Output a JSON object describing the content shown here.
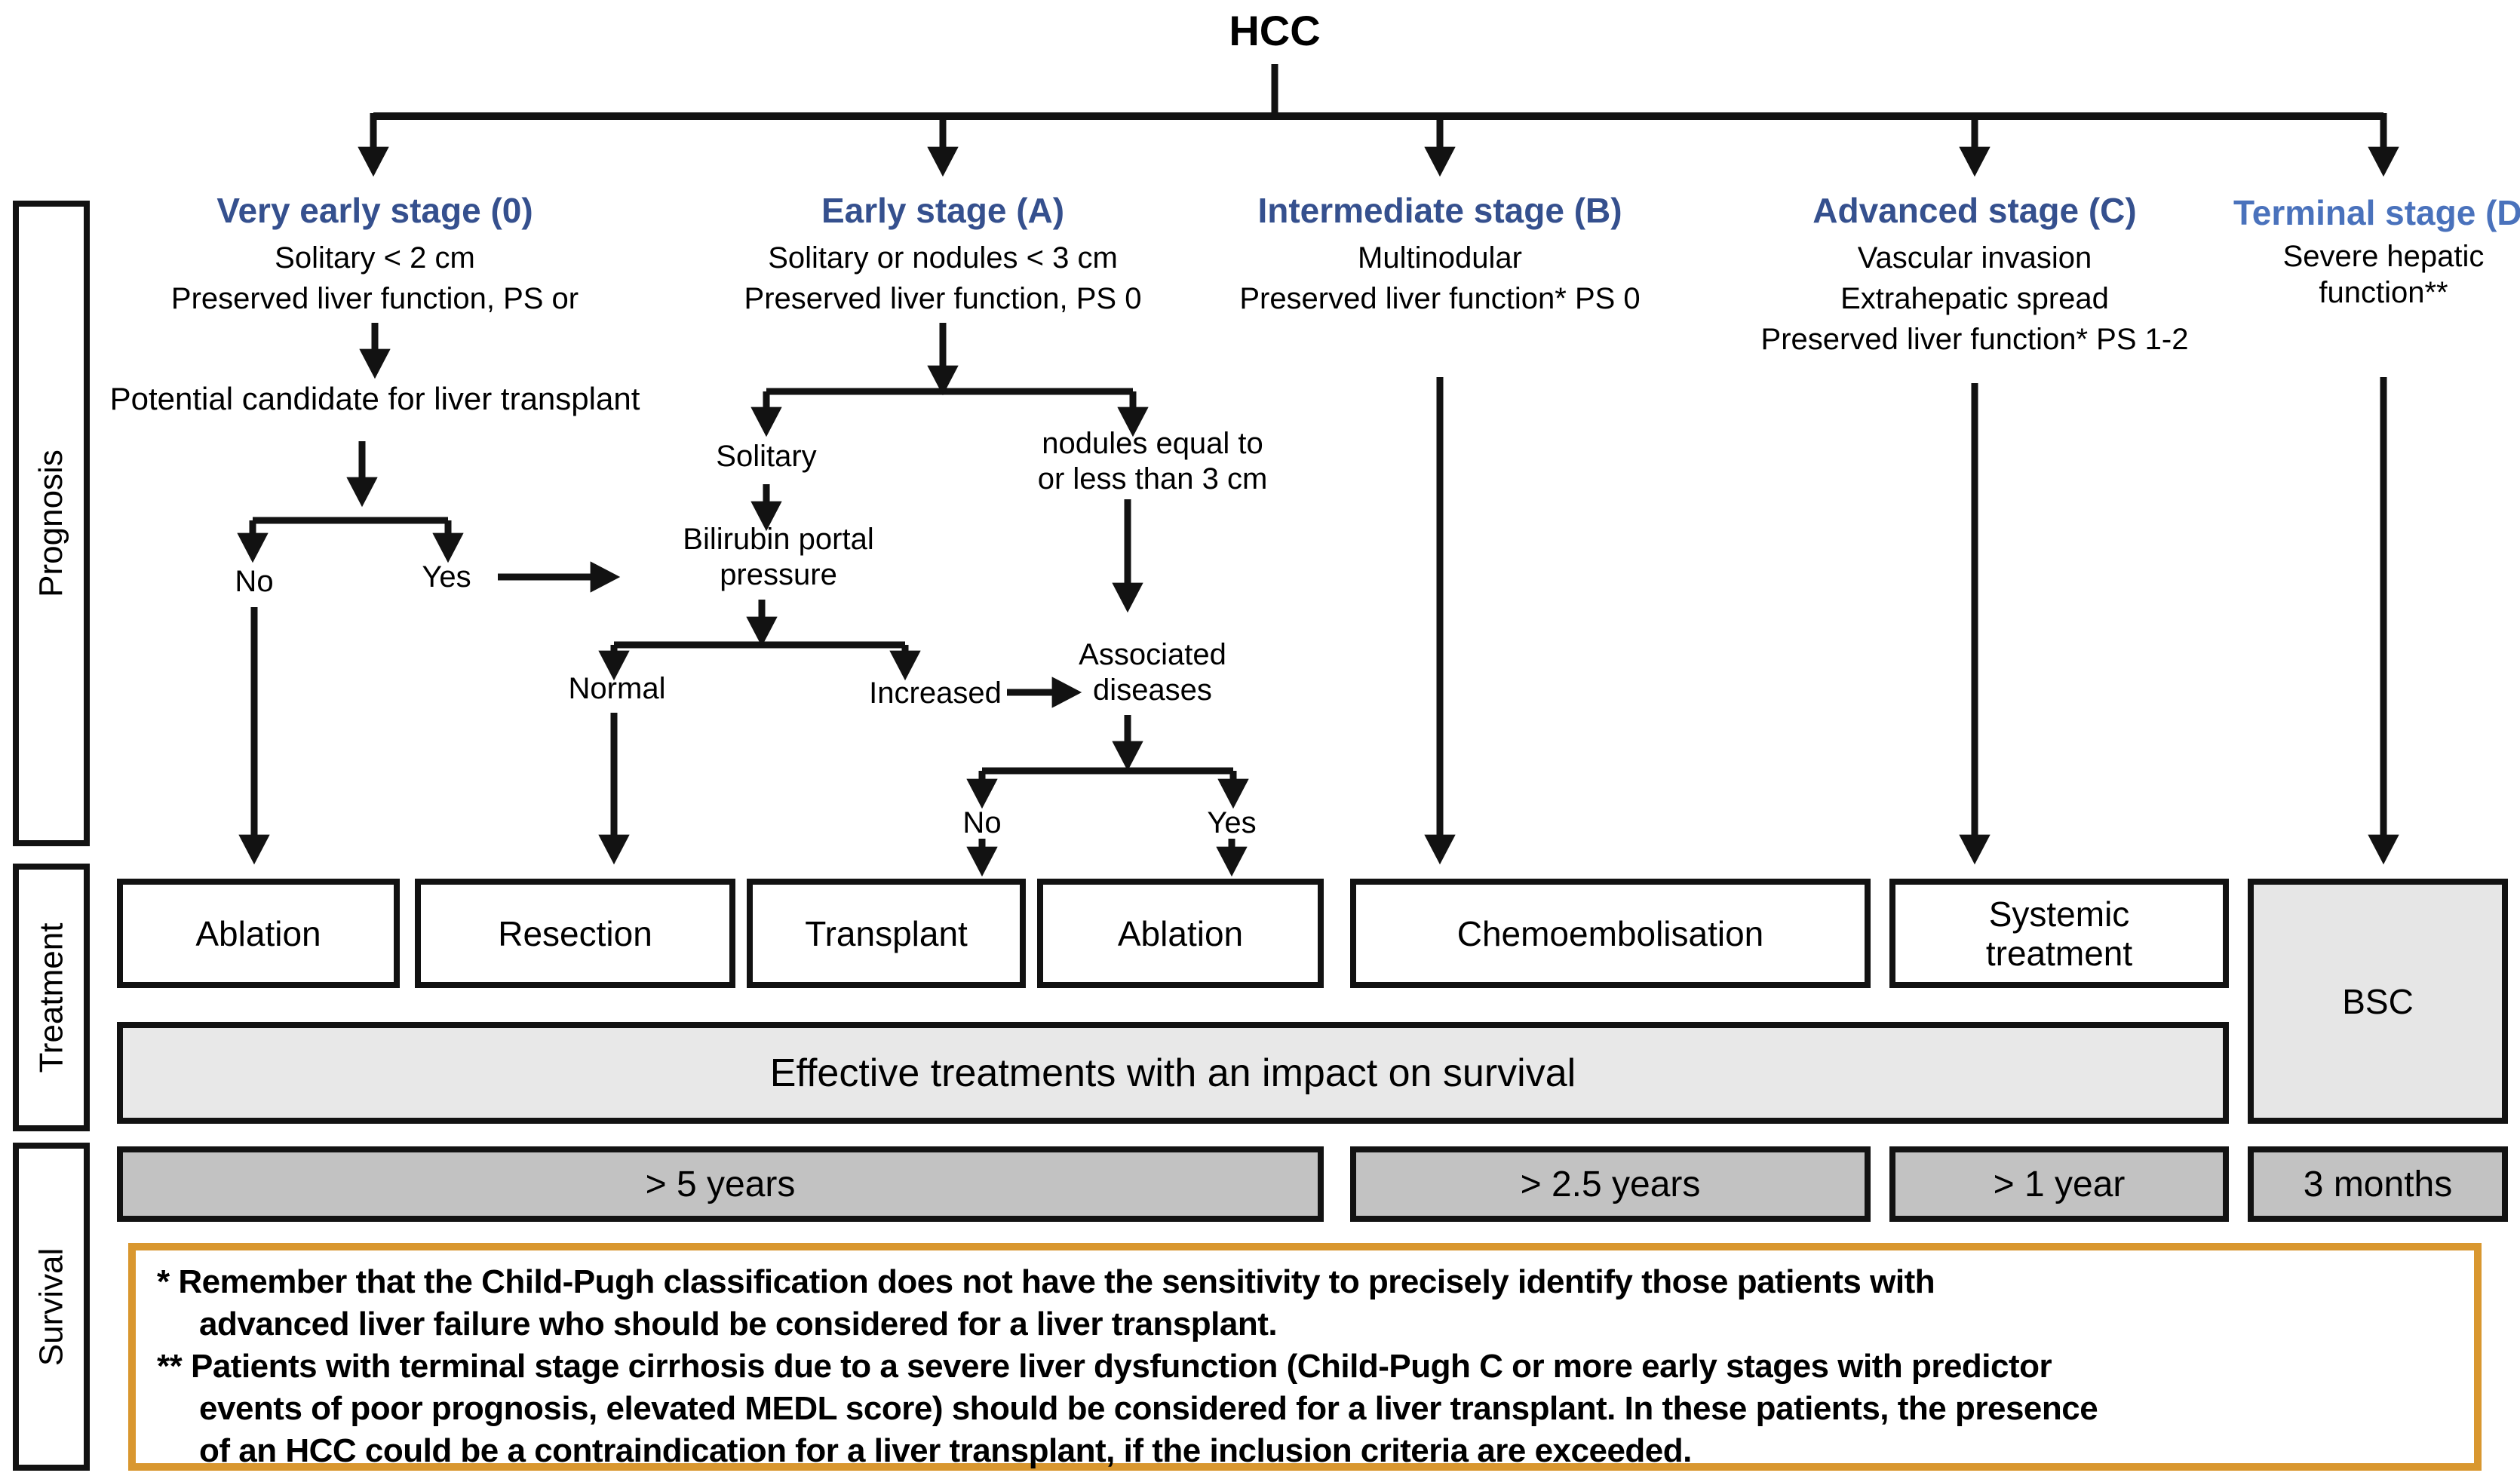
{
  "figure": {
    "title": "HCC"
  },
  "colors": {
    "stage_heading": "#35508E",
    "terminal_heading": "#4A72BC",
    "footnote_border": "#D9972F",
    "effective_bar_bg": "#E8E8E8",
    "survival_bar_bg": "#C2C2C2",
    "bsc_bg": "#E6E6E6"
  },
  "row_labels": {
    "prognosis": "Prognosis",
    "treatment": "Treatment",
    "survival": "Survival"
  },
  "stages": [
    {
      "title": "Very early stage (0)",
      "lines": [
        "Solitary < 2 cm",
        "Preserved liver function, PS or"
      ]
    },
    {
      "title": "Early stage (A)",
      "lines": [
        "Solitary or nodules < 3 cm",
        "Preserved liver function, PS 0"
      ]
    },
    {
      "title": "Intermediate stage (B)",
      "lines": [
        "Multinodular",
        "Preserved liver function* PS 0"
      ]
    },
    {
      "title": "Advanced stage (C)",
      "lines": [
        "Vascular invasion",
        "Extrahepatic spread",
        "Preserved liver function* PS 1-2"
      ]
    },
    {
      "title": "Terminal stage (D)",
      "lines": [
        "Severe hepatic",
        "function**"
      ]
    }
  ],
  "decision": {
    "transplant_candidate": "Potential candidate for liver transplant",
    "no1": "No",
    "yes1": "Yes",
    "solitary": "Solitary",
    "nodules": "nodules equal to\nor less than 3 cm",
    "bilirubin": "Bilirubin portal\npressure",
    "normal": "Normal",
    "increased": "Increased",
    "associated_diseases": "Associated\ndiseases",
    "no2": "No",
    "yes2": "Yes"
  },
  "treatments": {
    "ablation1": "Ablation",
    "resection": "Resection",
    "transplant": "Transplant",
    "ablation2": "Ablation",
    "chemoembolisation": "Chemoembolisation",
    "systemic": "Systemic\ntreatment",
    "bsc": "BSC",
    "effective_bar": "Effective treatments with an impact on survival"
  },
  "survival": {
    "s0": "> 5 years",
    "s1": "> 2.5 years",
    "s2": "> 1 year",
    "s3": "3 months"
  },
  "footnote": {
    "lines": [
      "* Remember that the Child-Pugh classification does not have the sensitivity to precisely identify those patients with",
      "advanced liver failure who should be considered for a liver transplant.",
      "** Patients with terminal stage cirrhosis due to a severe liver dysfunction (Child-Pugh C or more early stages with predictor",
      "events of poor prognosis, elevated MEDL score) should be considered for a liver transplant. In these patients, the presence",
      "of an HCC could be a contraindication for a liver transplant, if the inclusion criteria are exceeded."
    ]
  }
}
